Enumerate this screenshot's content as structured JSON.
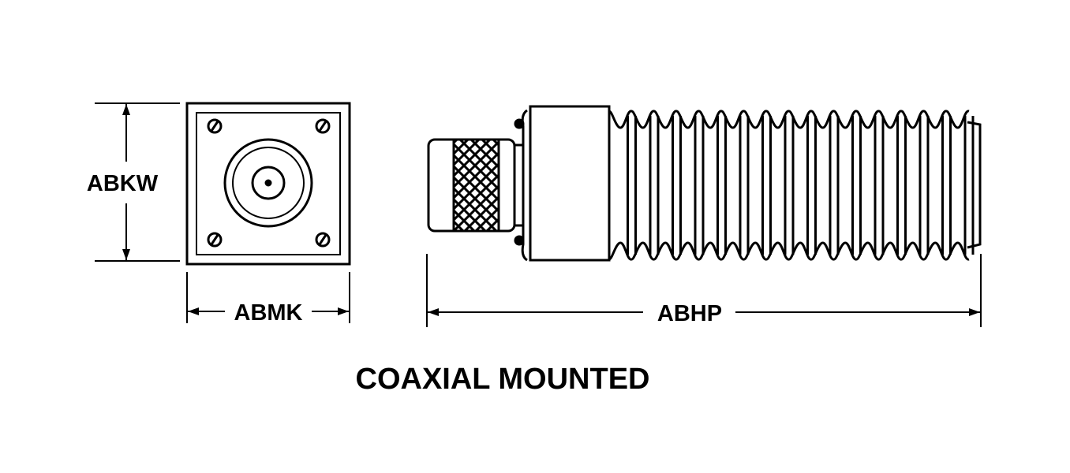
{
  "title": "COAXIAL MOUNTED",
  "dimensions": {
    "height": "ABKW",
    "width": "ABMK",
    "length": "ABHP"
  },
  "colors": {
    "line": "#000000",
    "background": "#ffffff"
  }
}
